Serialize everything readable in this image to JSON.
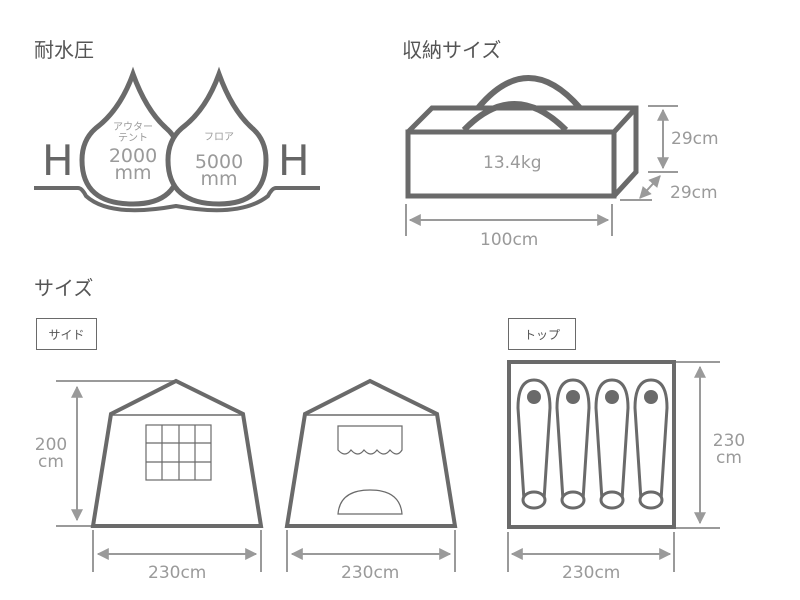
{
  "sections": {
    "water_pressure": {
      "title": "耐水圧",
      "h_left": "H",
      "h_right": "H",
      "outer_tent": {
        "label_line1": "アウター",
        "label_line2": "テント",
        "value": "2000",
        "unit": "mm"
      },
      "floor": {
        "label": "フロア",
        "value": "5000",
        "unit": "mm"
      }
    },
    "storage_size": {
      "title": "収納サイズ",
      "weight": "13.4kg",
      "width": "100cm",
      "height": "29cm",
      "depth": "29cm"
    },
    "size": {
      "title": "サイズ",
      "side_label": "サイド",
      "top_label": "トップ",
      "side_height_value": "200",
      "side_height_unit": "cm",
      "side_width_1": "230cm",
      "side_width_2": "230cm",
      "top_width": "230cm",
      "top_depth_value": "230",
      "top_depth_unit": "cm"
    }
  },
  "colors": {
    "stroke_dark": "#6a6a6a",
    "stroke_light": "#9a9a9a",
    "text": "#8f8f8f"
  }
}
